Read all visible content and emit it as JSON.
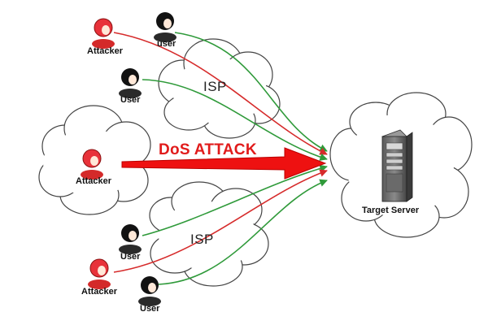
{
  "diagram": {
    "attack_label": "DoS ATTACK",
    "server_label": "Target Server",
    "isp_label": "ISP",
    "attacker_label": "Attacker",
    "user_label_lower": "user",
    "user_label": "User"
  },
  "colors": {
    "attacker": "#e8323a",
    "user": "#121212",
    "attack_line": "#d62b2b",
    "user_line": "#2f9a3a",
    "big_arrow": "#ee1111",
    "cloud_stroke": "#444444"
  }
}
